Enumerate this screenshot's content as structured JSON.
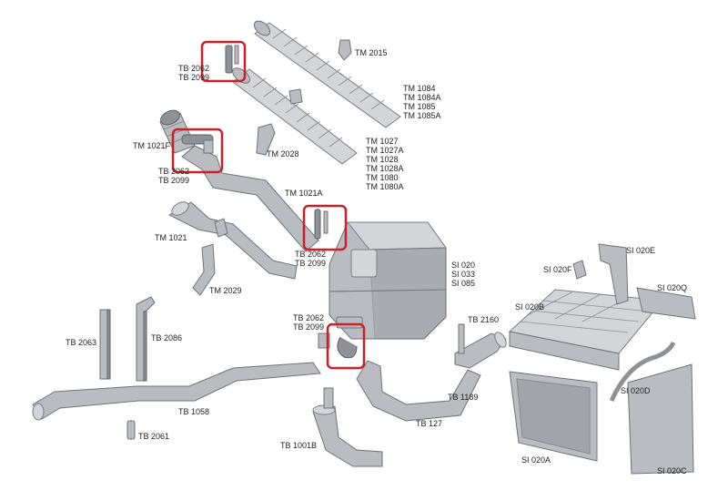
{
  "colors": {
    "part": "#b9bcc0",
    "highlight": "#cc1f2a",
    "text": "#222222"
  },
  "labels": {
    "tm2015": [
      "TM 2015"
    ],
    "tb2062_top": [
      "TB 2062",
      "TB 2099"
    ],
    "tm1084": [
      "TM 1084",
      "TM 1084A",
      "TM 1085",
      "TM 1085A"
    ],
    "tm1021f": [
      "TM 1021F"
    ],
    "tb2062_mid": [
      "TB 2062",
      "TB 2099"
    ],
    "tm2028": [
      "TM 2028"
    ],
    "tm1027": [
      "TM 1027",
      "TM 1027A",
      "TM 1028",
      "TM 1028A",
      "TM 1080",
      "TM 1080A"
    ],
    "tm1021a": [
      "TM 1021A"
    ],
    "tm1021": [
      "TM 1021"
    ],
    "tb2062_right": [
      "TB 2062",
      "TB 2099"
    ],
    "si020": [
      "SI 020",
      "SI 033",
      "SI 085"
    ],
    "tm2029": [
      "TM 2029"
    ],
    "si020e": [
      "SI 020E"
    ],
    "si020f": [
      "SI 020F"
    ],
    "si020q": [
      "SI 020Q"
    ],
    "si020b": [
      "SI 020B"
    ],
    "tb2062_low": [
      "TB 2062",
      "TB 2099"
    ],
    "tb2160": [
      "TB 2160"
    ],
    "tb2063": [
      "TB 2063"
    ],
    "tb2086": [
      "TB 2086"
    ],
    "si020d": [
      "SI 020D"
    ],
    "tb1189": [
      "TB 1189"
    ],
    "tb1058": [
      "TB 1058"
    ],
    "tb127": [
      "TB 127"
    ],
    "tb2061": [
      "TB 2061"
    ],
    "tb1001b": [
      "TB 1001B"
    ],
    "si020a": [
      "SI 020A"
    ],
    "si020c": [
      "SI 020C"
    ]
  }
}
